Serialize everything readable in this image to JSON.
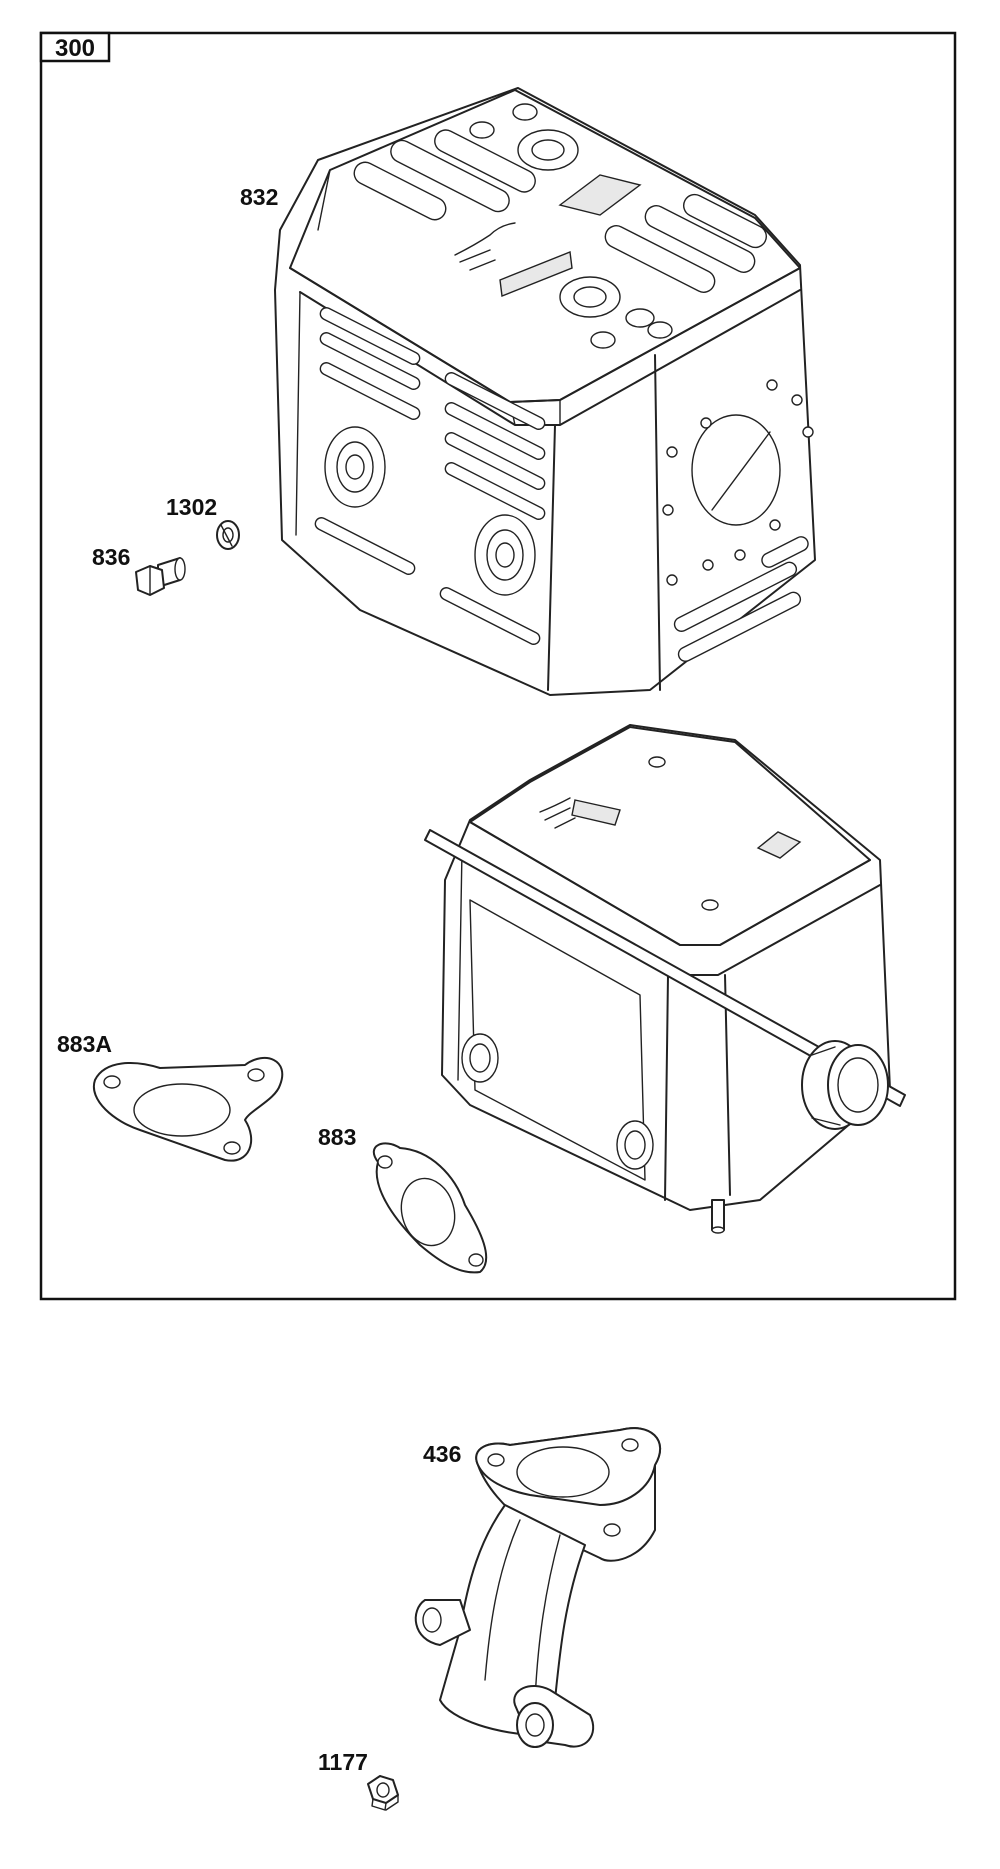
{
  "diagram": {
    "group_label": "300",
    "parts": [
      {
        "id": "832",
        "label": "832"
      },
      {
        "id": "1302",
        "label": "1302"
      },
      {
        "id": "836",
        "label": "836"
      },
      {
        "id": "883A",
        "label": "883A"
      },
      {
        "id": "883",
        "label": "883"
      },
      {
        "id": "436",
        "label": "436"
      },
      {
        "id": "1177",
        "label": "1177"
      }
    ]
  }
}
